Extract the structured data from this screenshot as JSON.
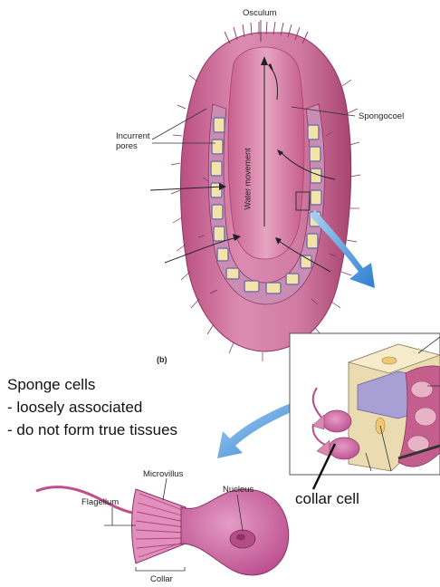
{
  "labels": {
    "osculum": "Osculum",
    "spongocoel": "Spongocoel",
    "incurrent_line1": "Incurrent",
    "incurrent_line2": "pores",
    "water_movement": "Water movement",
    "panel_b": "(b)",
    "microvillus": "Microvillus",
    "nucleus": "Nucleus",
    "flagellum": "Flagellum",
    "collar": "Collar",
    "collar_cell": "collar cell"
  },
  "notes": {
    "title": "Sponge cells",
    "points": [
      "- loosely associated",
      "- do not form true tissues"
    ]
  },
  "colors": {
    "sponge_body": "#d2759f",
    "sponge_dark": "#a83d72",
    "chamber_fill": "#f2e3a6",
    "choanocyte_blue": "#8e8bc4",
    "arrow_blue": "#3f8fd8",
    "collar_cell": "#c95d9c"
  }
}
